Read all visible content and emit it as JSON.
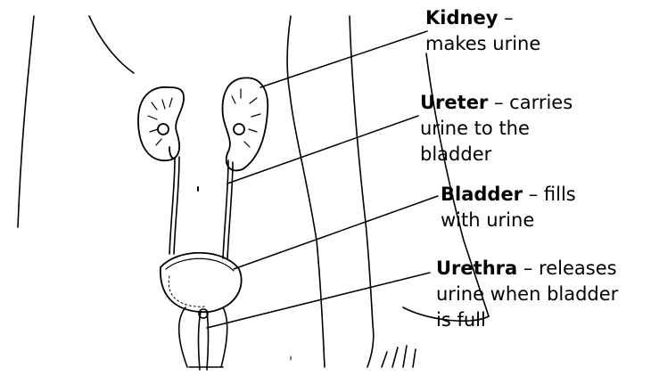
{
  "labels": [
    {
      "term": "Kidney",
      "sep": " – ",
      "lines": [
        "",
        "makes urine"
      ]
    },
    {
      "term": "Ureter",
      "sep": " – ",
      "lines": [
        "carries",
        "urine to the",
        "bladder"
      ]
    },
    {
      "term": "Bladder",
      "sep": " – ",
      "lines": [
        "fills",
        "with urine"
      ]
    },
    {
      "term": "Urethra",
      "sep": " – ",
      "lines": [
        "releases",
        "urine when bladder",
        "is full"
      ]
    }
  ],
  "colors": {
    "ink": "#000000",
    "background": "#ffffff"
  }
}
